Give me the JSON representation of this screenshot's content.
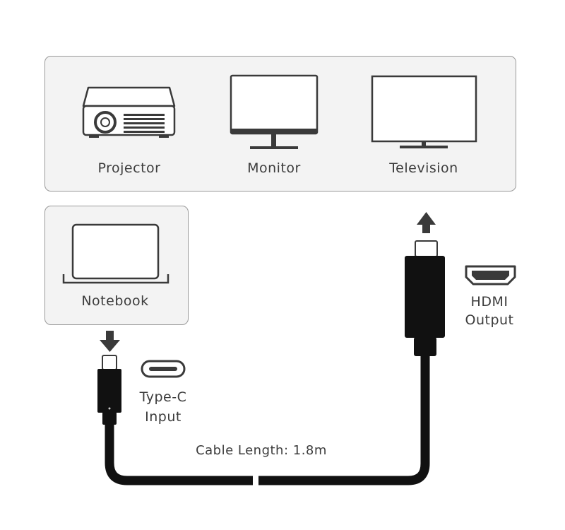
{
  "devices": {
    "projector": "Projector",
    "monitor": "Monitor",
    "television": "Television"
  },
  "source": {
    "notebook": "Notebook"
  },
  "ports": {
    "typec_line1": "Type-C",
    "typec_line2": "Input",
    "hdmi_line1": "HDMI",
    "hdmi_line2": "Output"
  },
  "cable": {
    "length_label": "Cable Length: 1.8m"
  }
}
